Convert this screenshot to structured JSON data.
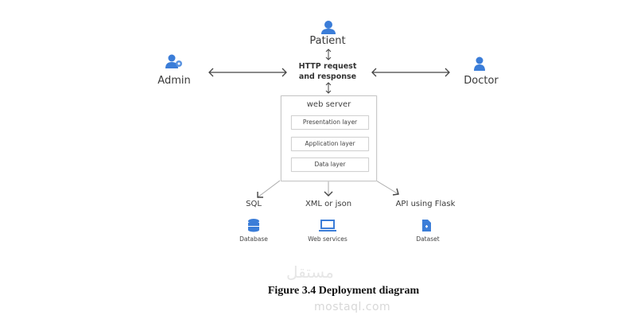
{
  "actors": {
    "patient": "Patient",
    "admin": "Admin",
    "doctor": "Doctor"
  },
  "http": {
    "line1": "HTTP request",
    "line2": "and response"
  },
  "server": {
    "title": "web server",
    "layers": [
      "Presentation layer",
      "Application layer",
      "Data layer"
    ]
  },
  "outputs": [
    {
      "protocol": "SQL",
      "icon": "database-icon",
      "label": "Database"
    },
    {
      "protocol": "XML or json",
      "icon": "laptop-icon",
      "label": "Web services"
    },
    {
      "protocol": "API using Flask",
      "icon": "document-icon",
      "label": "Dataset"
    }
  ],
  "caption": "Figure 3.4 Deployment diagram",
  "watermark": {
    "arabic": "مستقل",
    "latin": "mostaql.com"
  },
  "colors": {
    "icon": "#3b7dd8",
    "line": "#444444"
  }
}
